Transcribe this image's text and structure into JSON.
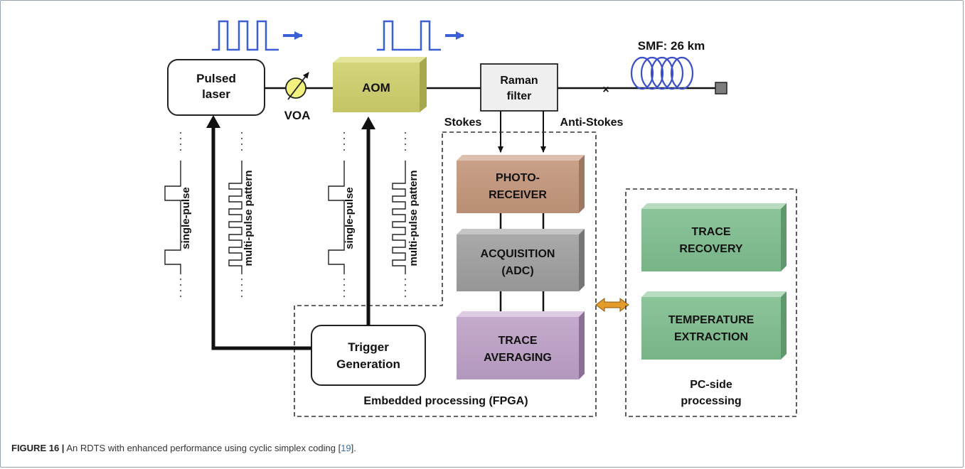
{
  "blocks": {
    "pulsed_laser": [
      "Pulsed",
      "laser"
    ],
    "aom": "AOM",
    "raman_filter": [
      "Raman",
      "filter"
    ],
    "photo_receiver": [
      "PHOTO-",
      "RECEIVER"
    ],
    "acquisition": [
      "ACQUISITION",
      "(ADC)"
    ],
    "trace_averaging": [
      "TRACE",
      "AVERAGING"
    ],
    "trigger_generation": [
      "Trigger",
      "Generation"
    ],
    "trace_recovery": [
      "TRACE",
      "RECOVERY"
    ],
    "temperature_extraction": [
      "TEMPERATURE",
      "EXTRACTION"
    ]
  },
  "labels": {
    "voa": "VOA",
    "fiber": "SMF: 26 km",
    "stokes": "Stokes",
    "anti_stokes": "Anti-Stokes",
    "embedded": "Embedded processing (FPGA)",
    "pc_side": [
      "PC-side",
      "processing"
    ],
    "single_pulse": "single-pulse",
    "multi_pulse": "multi-pulse pattern"
  },
  "caption": {
    "prefix": "FIGURE 16 |",
    "text": " An RDTS with enhanced performance using cyclic simplex coding [",
    "ref": "19",
    "suffix": "]."
  }
}
